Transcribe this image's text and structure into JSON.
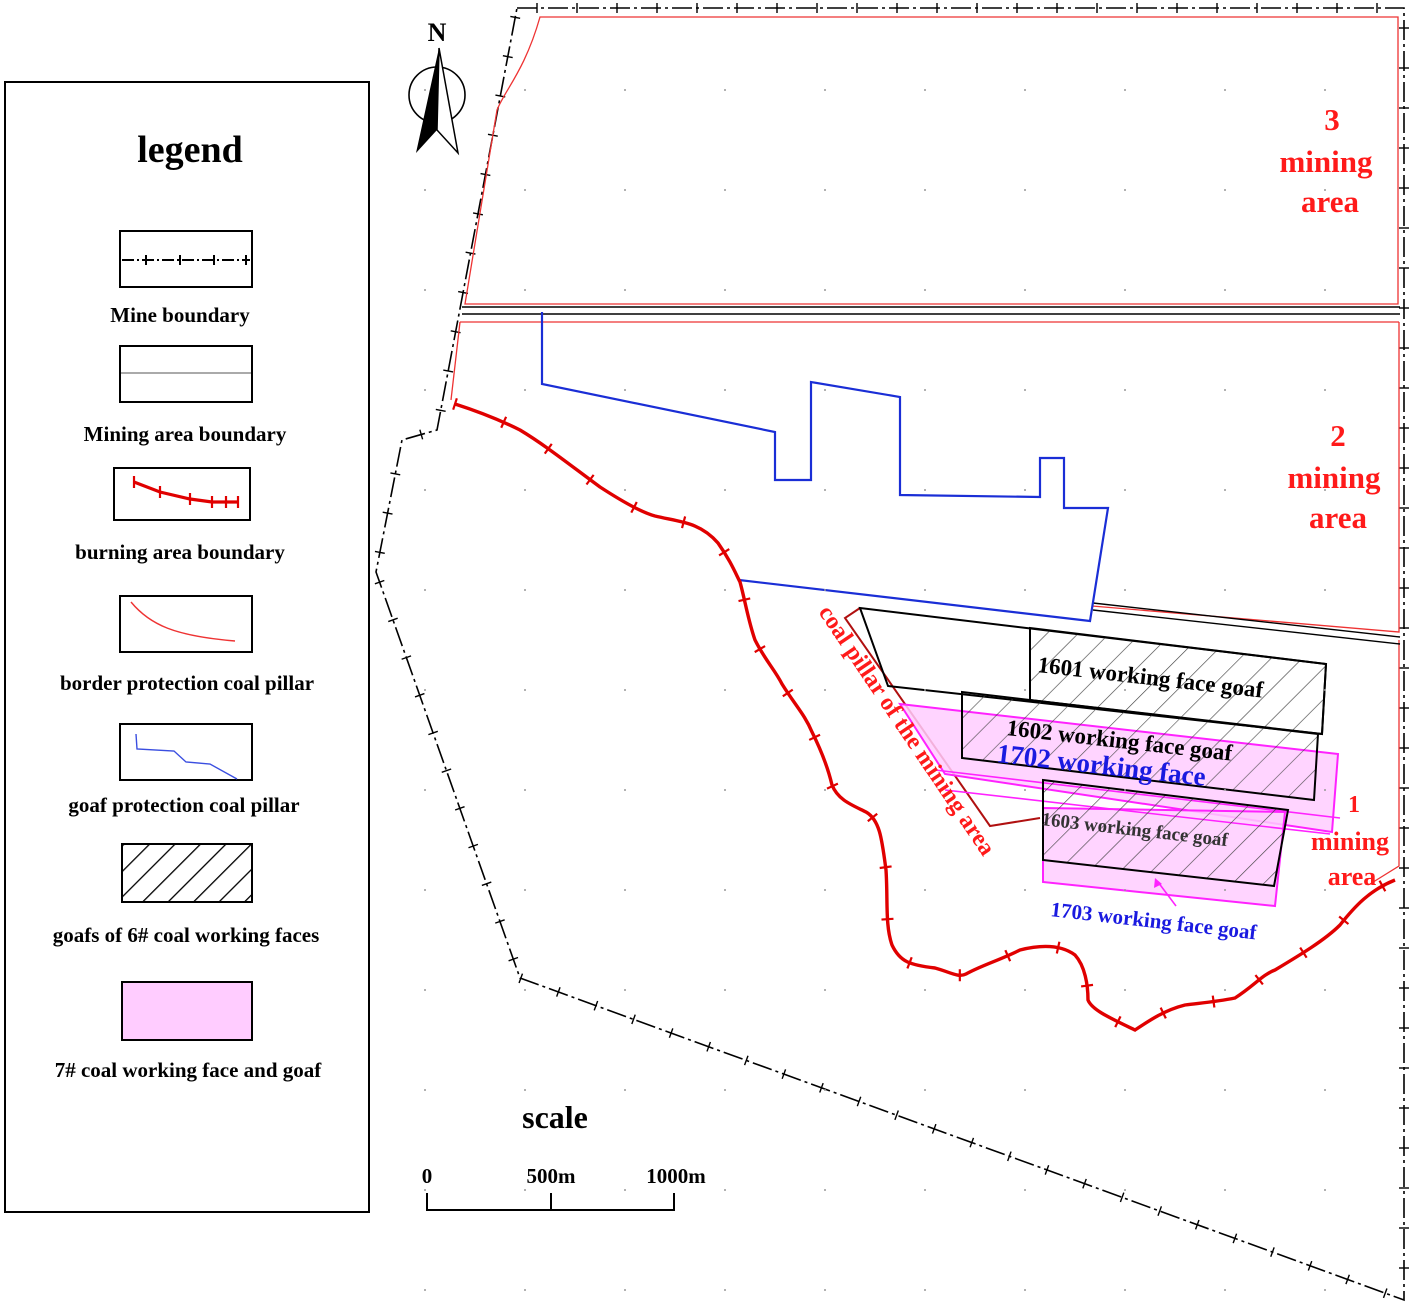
{
  "colors": {
    "mine_boundary": "#000000",
    "mining_area_boundary": "#000000",
    "burning_boundary": "#e00000",
    "border_pillar": "#ee3333",
    "goaf_pillar": "#1a2ed6",
    "goaf_hatch": "#555555",
    "seven_coal_fill": "#ffccff",
    "seven_coal_stroke": "#ff22ff",
    "area_label": "#ff1a1a",
    "face_blue": "#1a1ae0"
  },
  "legend": {
    "title": "legend",
    "items": [
      {
        "label": "Mine boundary"
      },
      {
        "label": "Mining area boundary"
      },
      {
        "label": "burning area boundary"
      },
      {
        "label": "border protection coal pillar"
      },
      {
        "label": "goaf protection coal pillar"
      },
      {
        "label": "goafs of 6# coal working faces"
      },
      {
        "label": "7# coal working face and goaf"
      }
    ]
  },
  "compass": {
    "label": "N"
  },
  "mining_areas": [
    {
      "number": "3",
      "line1": "mining",
      "line2": "area"
    },
    {
      "number": "2",
      "line1": "mining",
      "line2": "area"
    },
    {
      "number": "1",
      "line1": "mining",
      "line2": "area"
    }
  ],
  "features": {
    "coal_pillar_label": "coal pillar of the mining area",
    "face_1601": "1601 working face goaf",
    "face_1602": "1602 working face goaf",
    "face_1702": "1702 working face",
    "face_1603": "1603 working face goaf",
    "face_1703": "1703 working face goaf"
  },
  "scale": {
    "title": "scale",
    "ticks": [
      "0",
      "500m",
      "1000m"
    ]
  }
}
